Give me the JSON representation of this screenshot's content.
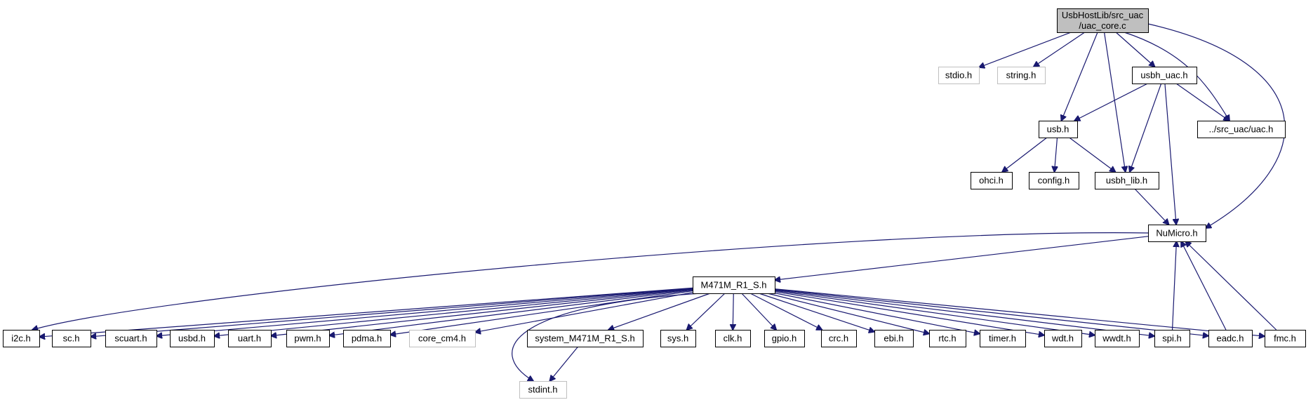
{
  "diagram": {
    "title": "",
    "nodes": [
      {
        "id": "uac_core",
        "label": "UsbHostLib/src_uac\n/uac_core.c",
        "style": "root"
      },
      {
        "id": "stdio",
        "label": "stdio.h",
        "style": "ext"
      },
      {
        "id": "string",
        "label": "string.h",
        "style": "ext"
      },
      {
        "id": "usbh_uac",
        "label": "usbh_uac.h",
        "style": "normal"
      },
      {
        "id": "usb",
        "label": "usb.h",
        "style": "normal"
      },
      {
        "id": "uac",
        "label": "../src_uac/uac.h",
        "style": "normal"
      },
      {
        "id": "ohci",
        "label": "ohci.h",
        "style": "normal"
      },
      {
        "id": "config",
        "label": "config.h",
        "style": "normal"
      },
      {
        "id": "usbh_lib",
        "label": "usbh_lib.h",
        "style": "normal"
      },
      {
        "id": "numicro",
        "label": "NuMicro.h",
        "style": "normal"
      },
      {
        "id": "m471",
        "label": "M471M_R1_S.h",
        "style": "normal"
      },
      {
        "id": "i2c",
        "label": "i2c.h",
        "style": "normal"
      },
      {
        "id": "sc",
        "label": "sc.h",
        "style": "normal"
      },
      {
        "id": "scuart",
        "label": "scuart.h",
        "style": "normal"
      },
      {
        "id": "usbd",
        "label": "usbd.h",
        "style": "normal"
      },
      {
        "id": "uart",
        "label": "uart.h",
        "style": "normal"
      },
      {
        "id": "pwm",
        "label": "pwm.h",
        "style": "normal"
      },
      {
        "id": "pdma",
        "label": "pdma.h",
        "style": "normal"
      },
      {
        "id": "core_cm4",
        "label": "core_cm4.h",
        "style": "ext"
      },
      {
        "id": "system",
        "label": "system_M471M_R1_S.h",
        "style": "normal"
      },
      {
        "id": "sys",
        "label": "sys.h",
        "style": "normal"
      },
      {
        "id": "clk",
        "label": "clk.h",
        "style": "normal"
      },
      {
        "id": "gpio",
        "label": "gpio.h",
        "style": "normal"
      },
      {
        "id": "crc",
        "label": "crc.h",
        "style": "normal"
      },
      {
        "id": "ebi",
        "label": "ebi.h",
        "style": "normal"
      },
      {
        "id": "rtc",
        "label": "rtc.h",
        "style": "normal"
      },
      {
        "id": "timer",
        "label": "timer.h",
        "style": "normal"
      },
      {
        "id": "wdt",
        "label": "wdt.h",
        "style": "normal"
      },
      {
        "id": "wwdt",
        "label": "wwdt.h",
        "style": "normal"
      },
      {
        "id": "spi",
        "label": "spi.h",
        "style": "normal"
      },
      {
        "id": "eadc",
        "label": "eadc.h",
        "style": "normal"
      },
      {
        "id": "fmc",
        "label": "fmc.h",
        "style": "normal"
      },
      {
        "id": "stdint",
        "label": "stdint.h",
        "style": "ext"
      }
    ],
    "edges": [
      {
        "from": "uac_core",
        "to": "stdio"
      },
      {
        "from": "uac_core",
        "to": "string"
      },
      {
        "from": "uac_core",
        "to": "usbh_uac"
      },
      {
        "from": "uac_core",
        "to": "usb"
      },
      {
        "from": "uac_core",
        "to": "usbh_lib"
      },
      {
        "from": "uac_core",
        "to": "uac"
      },
      {
        "from": "uac_core",
        "to": "numicro"
      },
      {
        "from": "usbh_uac",
        "to": "usb"
      },
      {
        "from": "usbh_uac",
        "to": "usbh_lib"
      },
      {
        "from": "usbh_uac",
        "to": "uac"
      },
      {
        "from": "usbh_uac",
        "to": "numicro"
      },
      {
        "from": "usb",
        "to": "ohci"
      },
      {
        "from": "usb",
        "to": "config"
      },
      {
        "from": "usb",
        "to": "usbh_lib"
      },
      {
        "from": "usbh_lib",
        "to": "numicro"
      },
      {
        "from": "numicro",
        "to": "m471"
      },
      {
        "from": "numicro",
        "to": "i2c"
      },
      {
        "from": "m471",
        "to": "i2c"
      },
      {
        "from": "m471",
        "to": "sc"
      },
      {
        "from": "m471",
        "to": "scuart"
      },
      {
        "from": "m471",
        "to": "usbd"
      },
      {
        "from": "m471",
        "to": "uart"
      },
      {
        "from": "m471",
        "to": "pwm"
      },
      {
        "from": "m471",
        "to": "pdma"
      },
      {
        "from": "m471",
        "to": "core_cm4"
      },
      {
        "from": "m471",
        "to": "system"
      },
      {
        "from": "m471",
        "to": "stdint"
      },
      {
        "from": "m471",
        "to": "sys"
      },
      {
        "from": "m471",
        "to": "clk"
      },
      {
        "from": "m471",
        "to": "gpio"
      },
      {
        "from": "m471",
        "to": "crc"
      },
      {
        "from": "m471",
        "to": "ebi"
      },
      {
        "from": "m471",
        "to": "rtc"
      },
      {
        "from": "m471",
        "to": "timer"
      },
      {
        "from": "m471",
        "to": "wdt"
      },
      {
        "from": "m471",
        "to": "wwdt"
      },
      {
        "from": "m471",
        "to": "spi"
      },
      {
        "from": "m471",
        "to": "eadc"
      },
      {
        "from": "m471",
        "to": "fmc"
      },
      {
        "from": "system",
        "to": "stdint"
      },
      {
        "from": "spi",
        "to": "numicro"
      },
      {
        "from": "eadc",
        "to": "numicro"
      },
      {
        "from": "fmc",
        "to": "numicro"
      }
    ]
  }
}
